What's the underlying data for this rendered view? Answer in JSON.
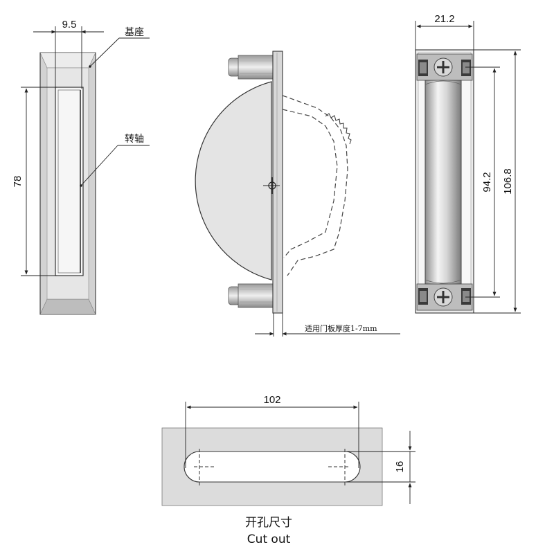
{
  "side_view": {
    "dim_width": "9.5",
    "dim_length": "78",
    "label_base": "基座",
    "label_shaft": "转轴"
  },
  "section_view": {
    "note_panel_thickness": "适用门板厚度1-7mm"
  },
  "front_view": {
    "dim_width": "21.2",
    "dim_inner": "94.2",
    "dim_overall": "106.8"
  },
  "cutout": {
    "dim_length": "102",
    "dim_height": "16",
    "caption_cn": "开孔尺寸",
    "caption_en": "Cut out"
  },
  "colors": {
    "part_fill": "#e4e4e4",
    "plate_fill": "#dcdcdc",
    "line": "#222222"
  }
}
